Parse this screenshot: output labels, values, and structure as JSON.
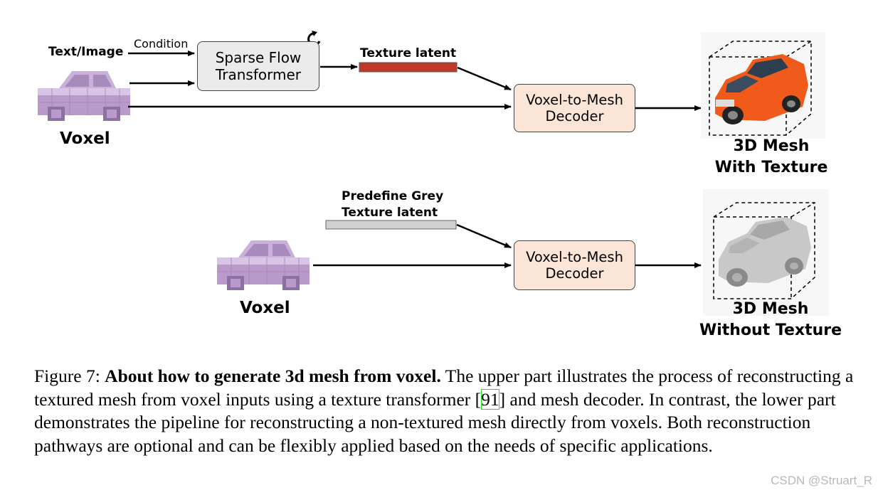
{
  "top": {
    "input_label": "Text/Image",
    "condition_label": "Condition",
    "transformer_label": "Sparse Flow Transformer",
    "transformer_line1": "Sparse Flow",
    "transformer_line2": "Transformer",
    "latent_label": "Texture latent",
    "voxel_label": "Voxel",
    "decoder_line1": "Voxel-to-Mesh",
    "decoder_line2": "Decoder",
    "output_line1": "3D Mesh",
    "output_line2": "With Texture"
  },
  "bottom": {
    "latent_line1": "Predefine Grey",
    "latent_line2": "Texture latent",
    "voxel_label": "Voxel",
    "decoder_line1": "Voxel-to-Mesh",
    "decoder_line2": "Decoder",
    "output_line1": "3D Mesh",
    "output_line2": "Without Texture"
  },
  "caption": {
    "figure_label": "Figure 7:",
    "bold_title": "About how to generate 3d mesh from voxel.",
    "text_part1": "The upper part illustrates the process of reconstructing a textured mesh from voxel inputs using a texture transformer",
    "ref": "91",
    "text_part2": "and mesh decoder. In contrast, the lower part demonstrates the pipeline for reconstructing a non-textured mesh directly from voxels. Both reconstruction pathways are optional and can be flexibly applied based on the needs of specific applications."
  },
  "watermark": "CSDN @Struart_R",
  "colors": {
    "voxel_purple": "#c9b1d9",
    "decoder_fill": "#fbe5d6",
    "transformer_fill": "#ebebeb",
    "texture_latent_red": "#c0392b",
    "grey_latent": "#d0d0d0",
    "car_orange": "#f05a1a",
    "car_grey": "#c8c8c8"
  }
}
